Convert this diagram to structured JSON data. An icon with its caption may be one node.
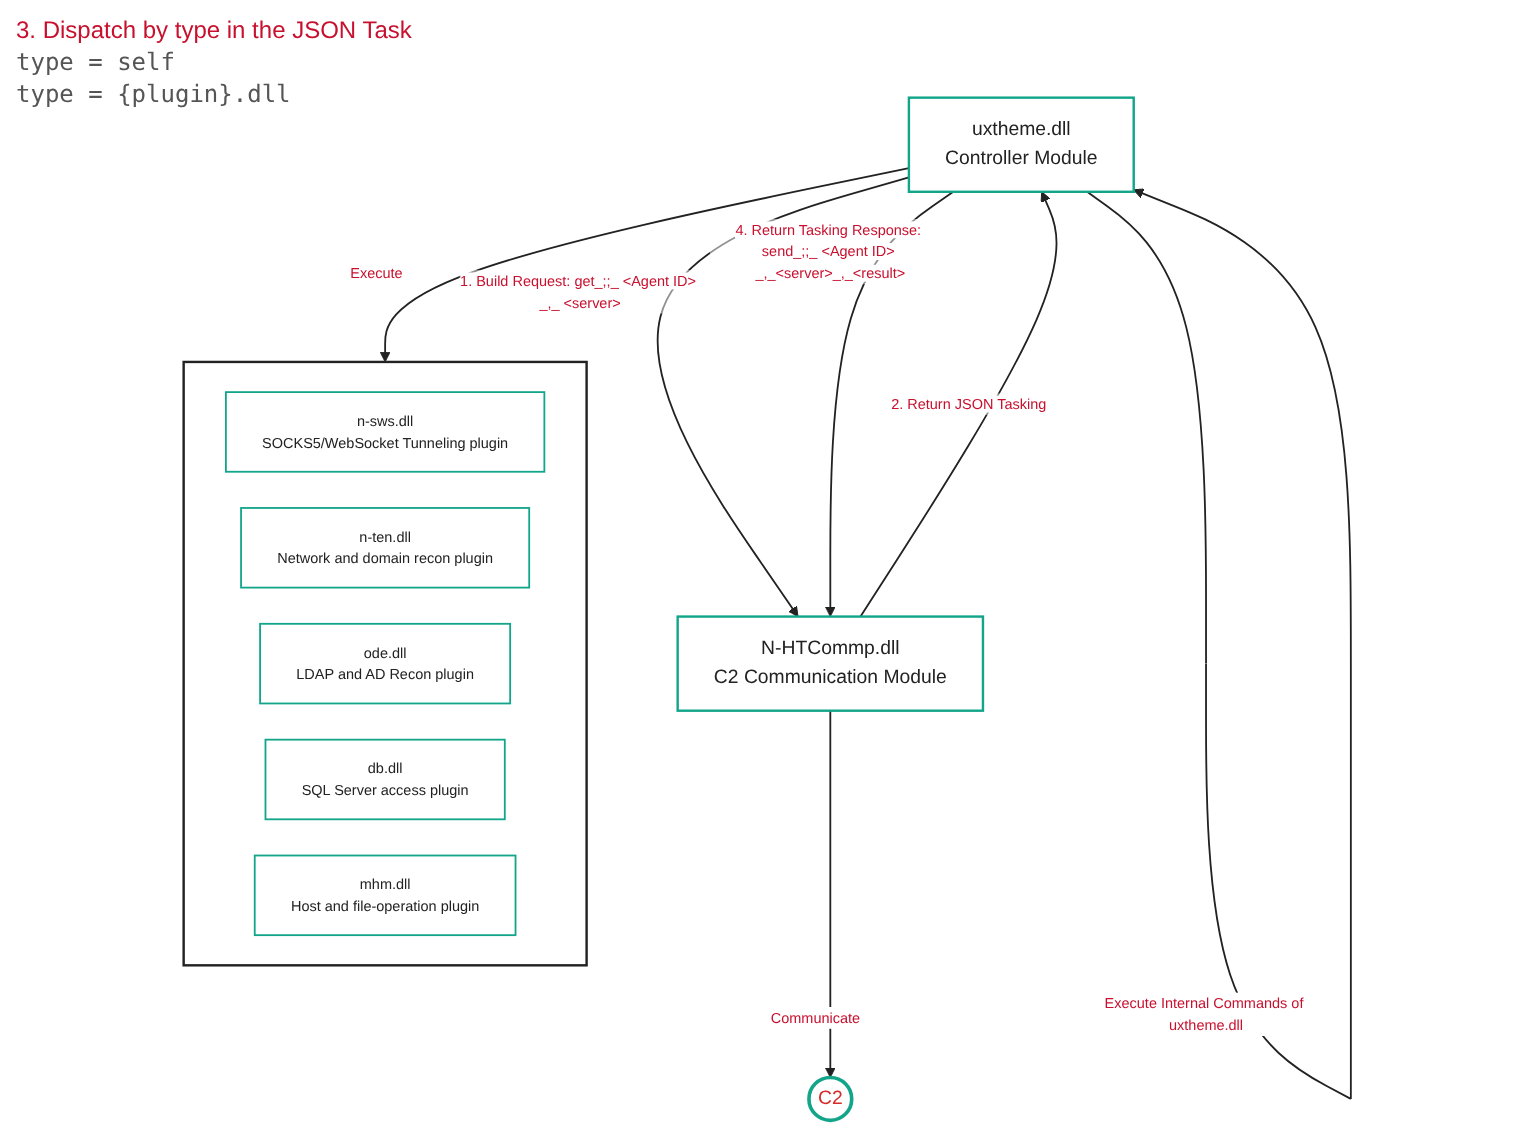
{
  "diagram": {
    "nodes": [
      {
        "text": [
          "C2"
        ]
      },
      {
        "text": [
          "uxtheme.dll",
          "Controller Module"
        ]
      },
      {
        "text": [
          "N-HTCommp.dll",
          "C2 Communication Module"
        ]
      },
      {
        "text": [],
        "shape": "box"
      },
      {
        "text": [
          "n-sws.dll",
          "SOCKS5/WebSocket Tunneling plugin"
        ],
        "in": 3
      },
      {
        "text": [
          "n-ten.dll",
          "Network and domain recon plugin"
        ],
        "in": 3
      },
      {
        "text": [
          "ode.dll",
          "LDAP and AD Recon plugin"
        ],
        "in": 3
      },
      {
        "text": [
          "db.dll",
          "SQL Server access plugin"
        ],
        "in": 3
      },
      {
        "text": [
          "mhm.dll",
          "Host and file-operation plugin"
        ],
        "in": 3
      }
    ],
    "edges": [
      {
        "from": 2,
        "to": 0,
        "arrow": "to",
        "label": "Communicate"
      },
      {
        "from": 1,
        "to": 2,
        "arrow": "to",
        "label": "1. Build Request: get_;;_ <Agent ID> _,_ <server>"
      },
      {
        "from": 2,
        "to": 1,
        "arrow": "to",
        "label": "2. Return JSON Tasking"
      },
      {
        "from": 1,
        "to": 2,
        "arrow": "to",
        "label": "4. Return Tasking Response: send_;;_ <Agent ID> _,_<server>_,_<result>"
      },
      {
        "from": 1,
        "to": 1,
        "arrow": "to",
        "label": "Execute Internal Commands of uxtheme.dll"
      },
      {
        "from": 1,
        "to": 3,
        "arrow": "to",
        "label": "Execute"
      }
    ],
    "labels": [
      "3. Dispatch by type in the JSON Task",
      "type = self",
      "type = {plugin}.dll"
    ]
  }
}
